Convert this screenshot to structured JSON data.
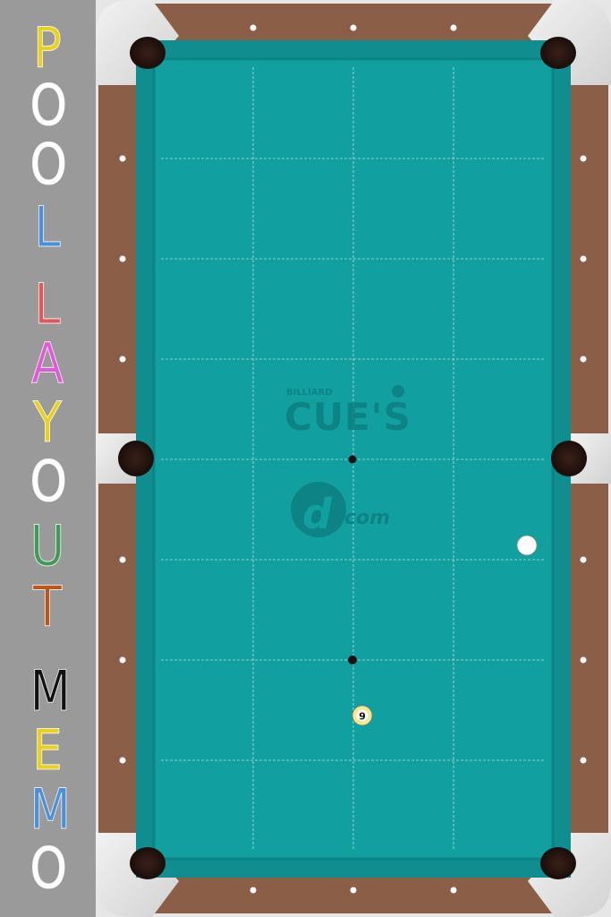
{
  "title": {
    "letters": [
      {
        "char": "P",
        "color": "#e9d21e"
      },
      {
        "char": "O",
        "color": "#ffffff"
      },
      {
        "char": "O",
        "color": "#ffffff"
      },
      {
        "char": "L",
        "color": "#4a8fd8"
      },
      {
        "char": "L",
        "color": "#e2575b"
      },
      {
        "char": "A",
        "color": "#e05ad8"
      },
      {
        "char": "Y",
        "color": "#e9d21e"
      },
      {
        "char": "O",
        "color": "#ffffff"
      },
      {
        "char": "U",
        "color": "#3f9a5a"
      },
      {
        "char": "T",
        "color": "#b8581e"
      },
      {
        "char": "M",
        "color": "#111111"
      },
      {
        "char": "E",
        "color": "#e9d21e"
      },
      {
        "char": "M",
        "color": "#4a8fd8"
      },
      {
        "char": "O",
        "color": "#ffffff"
      }
    ]
  },
  "logo": {
    "small_text": "BILLIARD",
    "main_text": "CUE'S",
    "sub_text": "com"
  },
  "balls": {
    "cue_ball": {
      "color": "#ffffff"
    },
    "nine_ball": {
      "number": "9",
      "color": "#f5e98a"
    }
  },
  "colors": {
    "felt": "#129fa0",
    "rail_wood": "#8a5e47",
    "pocket": "#2a1712",
    "corner_cap": "#eaeaea"
  }
}
